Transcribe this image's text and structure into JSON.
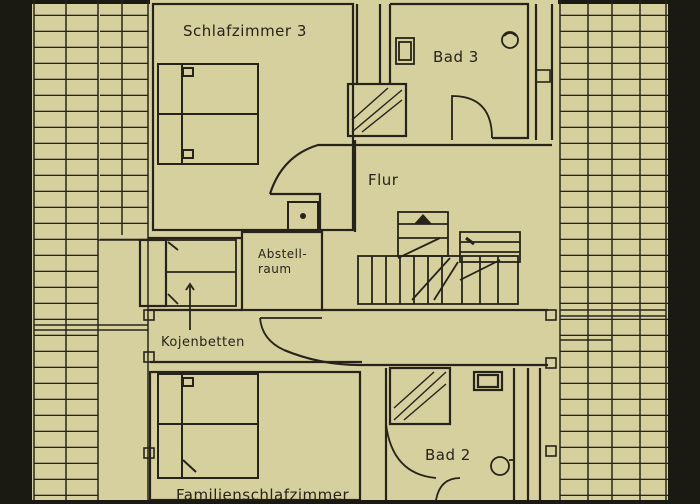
{
  "colors": {
    "paper": "#d6d09f",
    "ink": "#26241a",
    "border": "#1a1912"
  },
  "rooms": {
    "schlafzimmer3": "Schlafzimmer 3",
    "bad3": "Bad 3",
    "flur": "Flur",
    "abstellraum_line1": "Abstell-",
    "abstellraum_line2": "raum",
    "kojenbetten": "Kojenbetten",
    "bad2": "Bad 2",
    "familienschlafzimmer": "Familienschlafzimmer"
  }
}
